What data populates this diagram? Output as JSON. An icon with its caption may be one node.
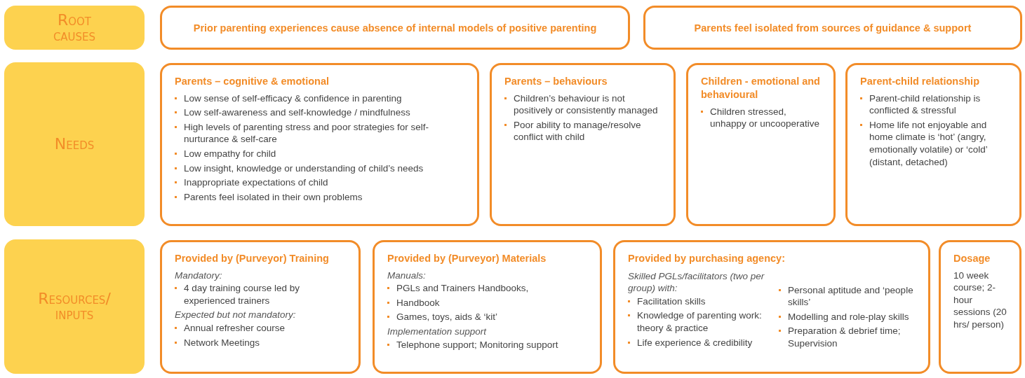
{
  "diagram": {
    "nodes": [
      {
        "text": [
          "Root causes"
        ]
      },
      {
        "text": [
          "Prior parenting experiences cause absence of internal models of positive parenting"
        ]
      },
      {
        "text": [
          "Parents feel isolated from sources of guidance & support"
        ]
      },
      {
        "text": [
          "Needs"
        ]
      },
      {
        "text": [
          "Parents – cognitive & emotional",
          "Low sense of self-efficacy & confidence in parenting",
          "Low self-awareness and self-knowledge / mindfulness",
          "High levels of parenting stress and  poor strategies for self-nurturance & self-care",
          "Low  empathy for child",
          "Low insight, knowledge or understanding of child’s needs",
          "Inappropriate expectations of child",
          "Parents feel isolated in their own problems"
        ]
      },
      {
        "text": [
          "Parents – behaviours",
          "Children’s behaviour is not positively or consistently managed",
          "Poor ability to manage/resolve conflict with child"
        ]
      },
      {
        "text": [
          "Children - emotional and behavioural",
          "Children stressed, unhappy or uncooperative"
        ]
      },
      {
        "text": [
          "Parent-child relationship",
          "Parent-child relationship is conflicted &  stressful",
          "Home life not enjoyable and home climate is ‘hot’ (angry, emotionally volatile) or ‘cold’ (distant, detached)"
        ]
      },
      {
        "text": [
          "Resources/ inputs"
        ]
      },
      {
        "text": [
          "Provided by (Purveyor) Training",
          "Mandatory:",
          "4 day training course led by experienced trainers",
          "Expected but not mandatory:",
          "Annual refresher course",
          "Network Meetings"
        ]
      },
      {
        "text": [
          "Provided by (Purveyor) Materials",
          "Manuals:",
          "PGLs and Trainers Handbooks,",
          "Handbook",
          "Games, toys, aids & ‘kit’",
          "Implementation support",
          "Telephone support; Monitoring support"
        ]
      },
      {
        "text": [
          "Provided by purchasing agency:",
          "Skilled PGLs/facilitators (two per group) with:",
          "Facilitation skills",
          "Knowledge of parenting work: theory & practice",
          "Life experience & credibility",
          "Personal aptitude and ‘people skills’",
          "Modelling and role-play skills",
          "Preparation & debrief time; Supervision"
        ]
      },
      {
        "text": [
          "Dosage",
          "10 week course; 2-hour sessions (20 hrs/ person)"
        ]
      }
    ]
  }
}
